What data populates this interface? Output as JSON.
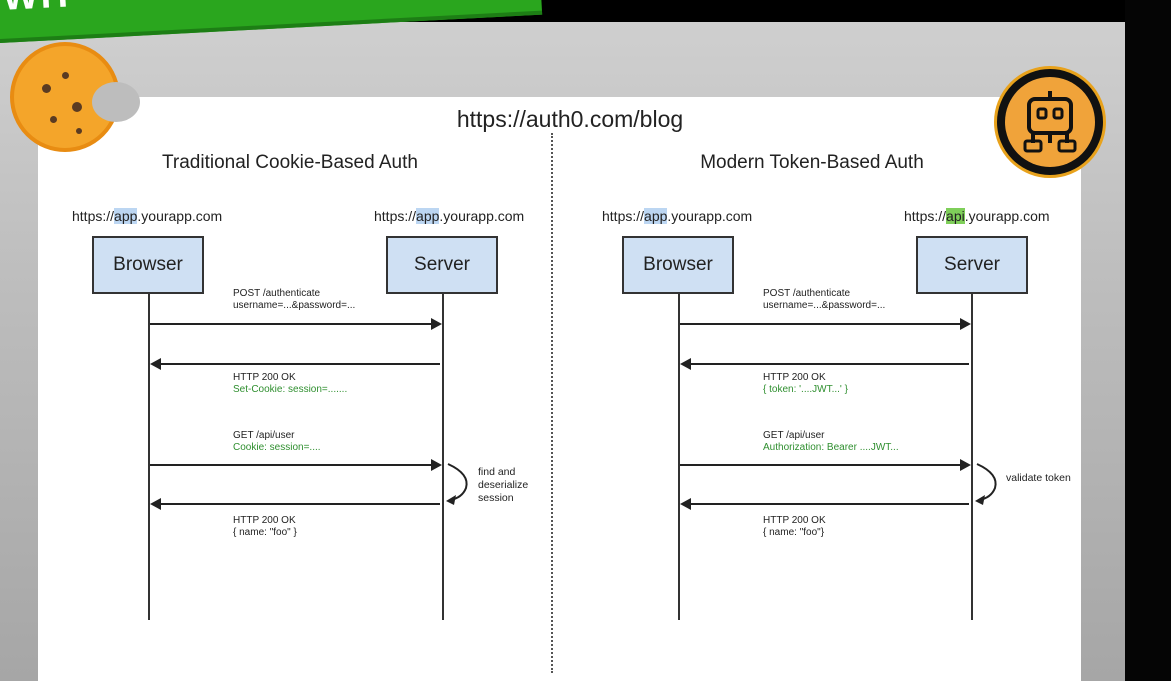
{
  "banner": {
    "text": "WH"
  },
  "source_url": "https://auth0.com/blog",
  "left": {
    "title": "Traditional Cookie-Based Auth",
    "client_host": {
      "prefix": "https://",
      "highlight": "app",
      "suffix": ".yourapp.com"
    },
    "server_host": {
      "prefix": "https://",
      "highlight": "app",
      "suffix": ".yourapp.com"
    },
    "client_label": "Browser",
    "server_label": "Server",
    "msg1": {
      "line1": "POST /authenticate",
      "line2": "username=...&password=..."
    },
    "msg2": {
      "line1": "HTTP 200 OK",
      "line2": "Set-Cookie: session=......."
    },
    "msg3": {
      "line1": "GET /api/user",
      "line2": "Cookie: session=...."
    },
    "msg4": {
      "line1": "HTTP 200 OK",
      "line2": "{ name: \"foo\" }"
    },
    "note": {
      "line1": "find and",
      "line2": "deserialize",
      "line3": "session"
    }
  },
  "right": {
    "title": "Modern Token-Based Auth",
    "client_host": {
      "prefix": "https://",
      "highlight": "app",
      "suffix": ".yourapp.com"
    },
    "server_host": {
      "prefix": "https://",
      "highlight": "api",
      "suffix": ".yourapp.com"
    },
    "client_label": "Browser",
    "server_label": "Server",
    "msg1": {
      "line1": "POST /authenticate",
      "line2": "username=...&password=..."
    },
    "msg2": {
      "line1": "HTTP 200 OK",
      "line2": "{ token: '....JWT...' }"
    },
    "msg3": {
      "line1": "GET /api/user",
      "line2": "Authorization: Bearer ....JWT..."
    },
    "msg4": {
      "line1": "HTTP 200 OK",
      "line2": "{ name: \"foo\"}"
    },
    "note": {
      "line1": "validate token"
    }
  },
  "colors": {
    "box_fill": "#cfe0f3",
    "highlight_blue": "#bcd6f2",
    "highlight_green": "#7fcf5a",
    "header_green_text": "#2f8f2f",
    "banner_green": "#2aa61e",
    "cookie_orange": "#f4a52a",
    "badge_orange": "#f0a33a"
  },
  "icons": {
    "cookie": "cookie-icon",
    "robot": "robot-icon"
  }
}
